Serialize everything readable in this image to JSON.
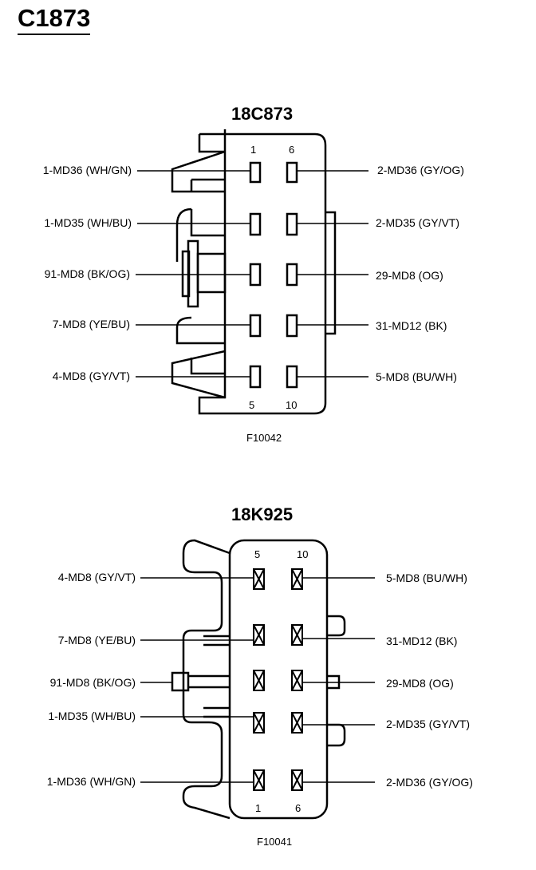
{
  "title": "C1873",
  "connectors": [
    {
      "name": "18C873",
      "figure": "F10042",
      "pin_numbers": {
        "top_left": "1",
        "top_right": "6",
        "bottom_left": "5",
        "bottom_right": "10"
      },
      "left_wires": [
        "1-MD36 (WH/GN)",
        "1-MD35 (WH/BU)",
        "91-MD8 (BK/OG)",
        "7-MD8 (YE/BU)",
        "4-MD8 (GY/VT)"
      ],
      "right_wires": [
        "2-MD36 (GY/OG)",
        "2-MD35 (GY/VT)",
        "29-MD8 (OG)",
        "31-MD12 (BK)",
        "5-MD8 (BU/WH)"
      ]
    },
    {
      "name": "18K925",
      "figure": "F10041",
      "pin_numbers": {
        "top_left": "5",
        "top_right": "10",
        "bottom_left": "1",
        "bottom_right": "6"
      },
      "left_wires": [
        "4-MD8 (GY/VT)",
        "7-MD8 (YE/BU)",
        "91-MD8 (BK/OG)",
        "1-MD35 (WH/BU)",
        "1-MD36 (WH/GN)"
      ],
      "right_wires": [
        "5-MD8 (BU/WH)",
        "31-MD12 (BK)",
        "29-MD8 (OG)",
        "2-MD35 (GY/VT)",
        "2-MD36 (GY/OG)"
      ]
    }
  ]
}
